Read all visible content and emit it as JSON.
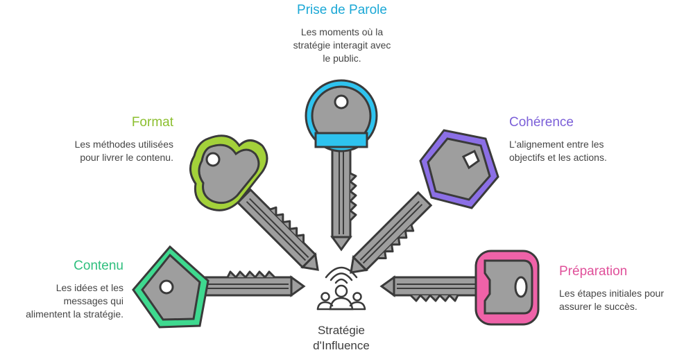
{
  "center": {
    "line1": "Stratégie",
    "line2": "d'Influence",
    "icon": "audience-broadcast-icon"
  },
  "items": {
    "prise": {
      "title": "Prise de Parole",
      "desc": [
        "Les moments où la",
        "stratégie interagit avec",
        "le public."
      ],
      "color": "#1ba8d6",
      "head": "#2ec3ef"
    },
    "format": {
      "title": "Format",
      "desc": [
        "Les méthodes utilisées",
        "pour livrer le contenu."
      ],
      "color": "#8cbf2f",
      "head": "#a3d13a"
    },
    "coherence": {
      "title": "Cohérence",
      "desc": [
        "L'alignement entre les",
        "objectifs et les actions."
      ],
      "color": "#7b5fd8",
      "head": "#8b6fe6"
    },
    "contenu": {
      "title": "Contenu",
      "desc": [
        "Les idées et les",
        "messages qui",
        "alimentent la stratégie."
      ],
      "color": "#2fbf7e",
      "head": "#3ed98f"
    },
    "preparation": {
      "title": "Préparation",
      "desc": [
        "Les étapes initiales pour",
        "assurer le succès."
      ],
      "color": "#e0509a",
      "head": "#ef62a8"
    }
  }
}
